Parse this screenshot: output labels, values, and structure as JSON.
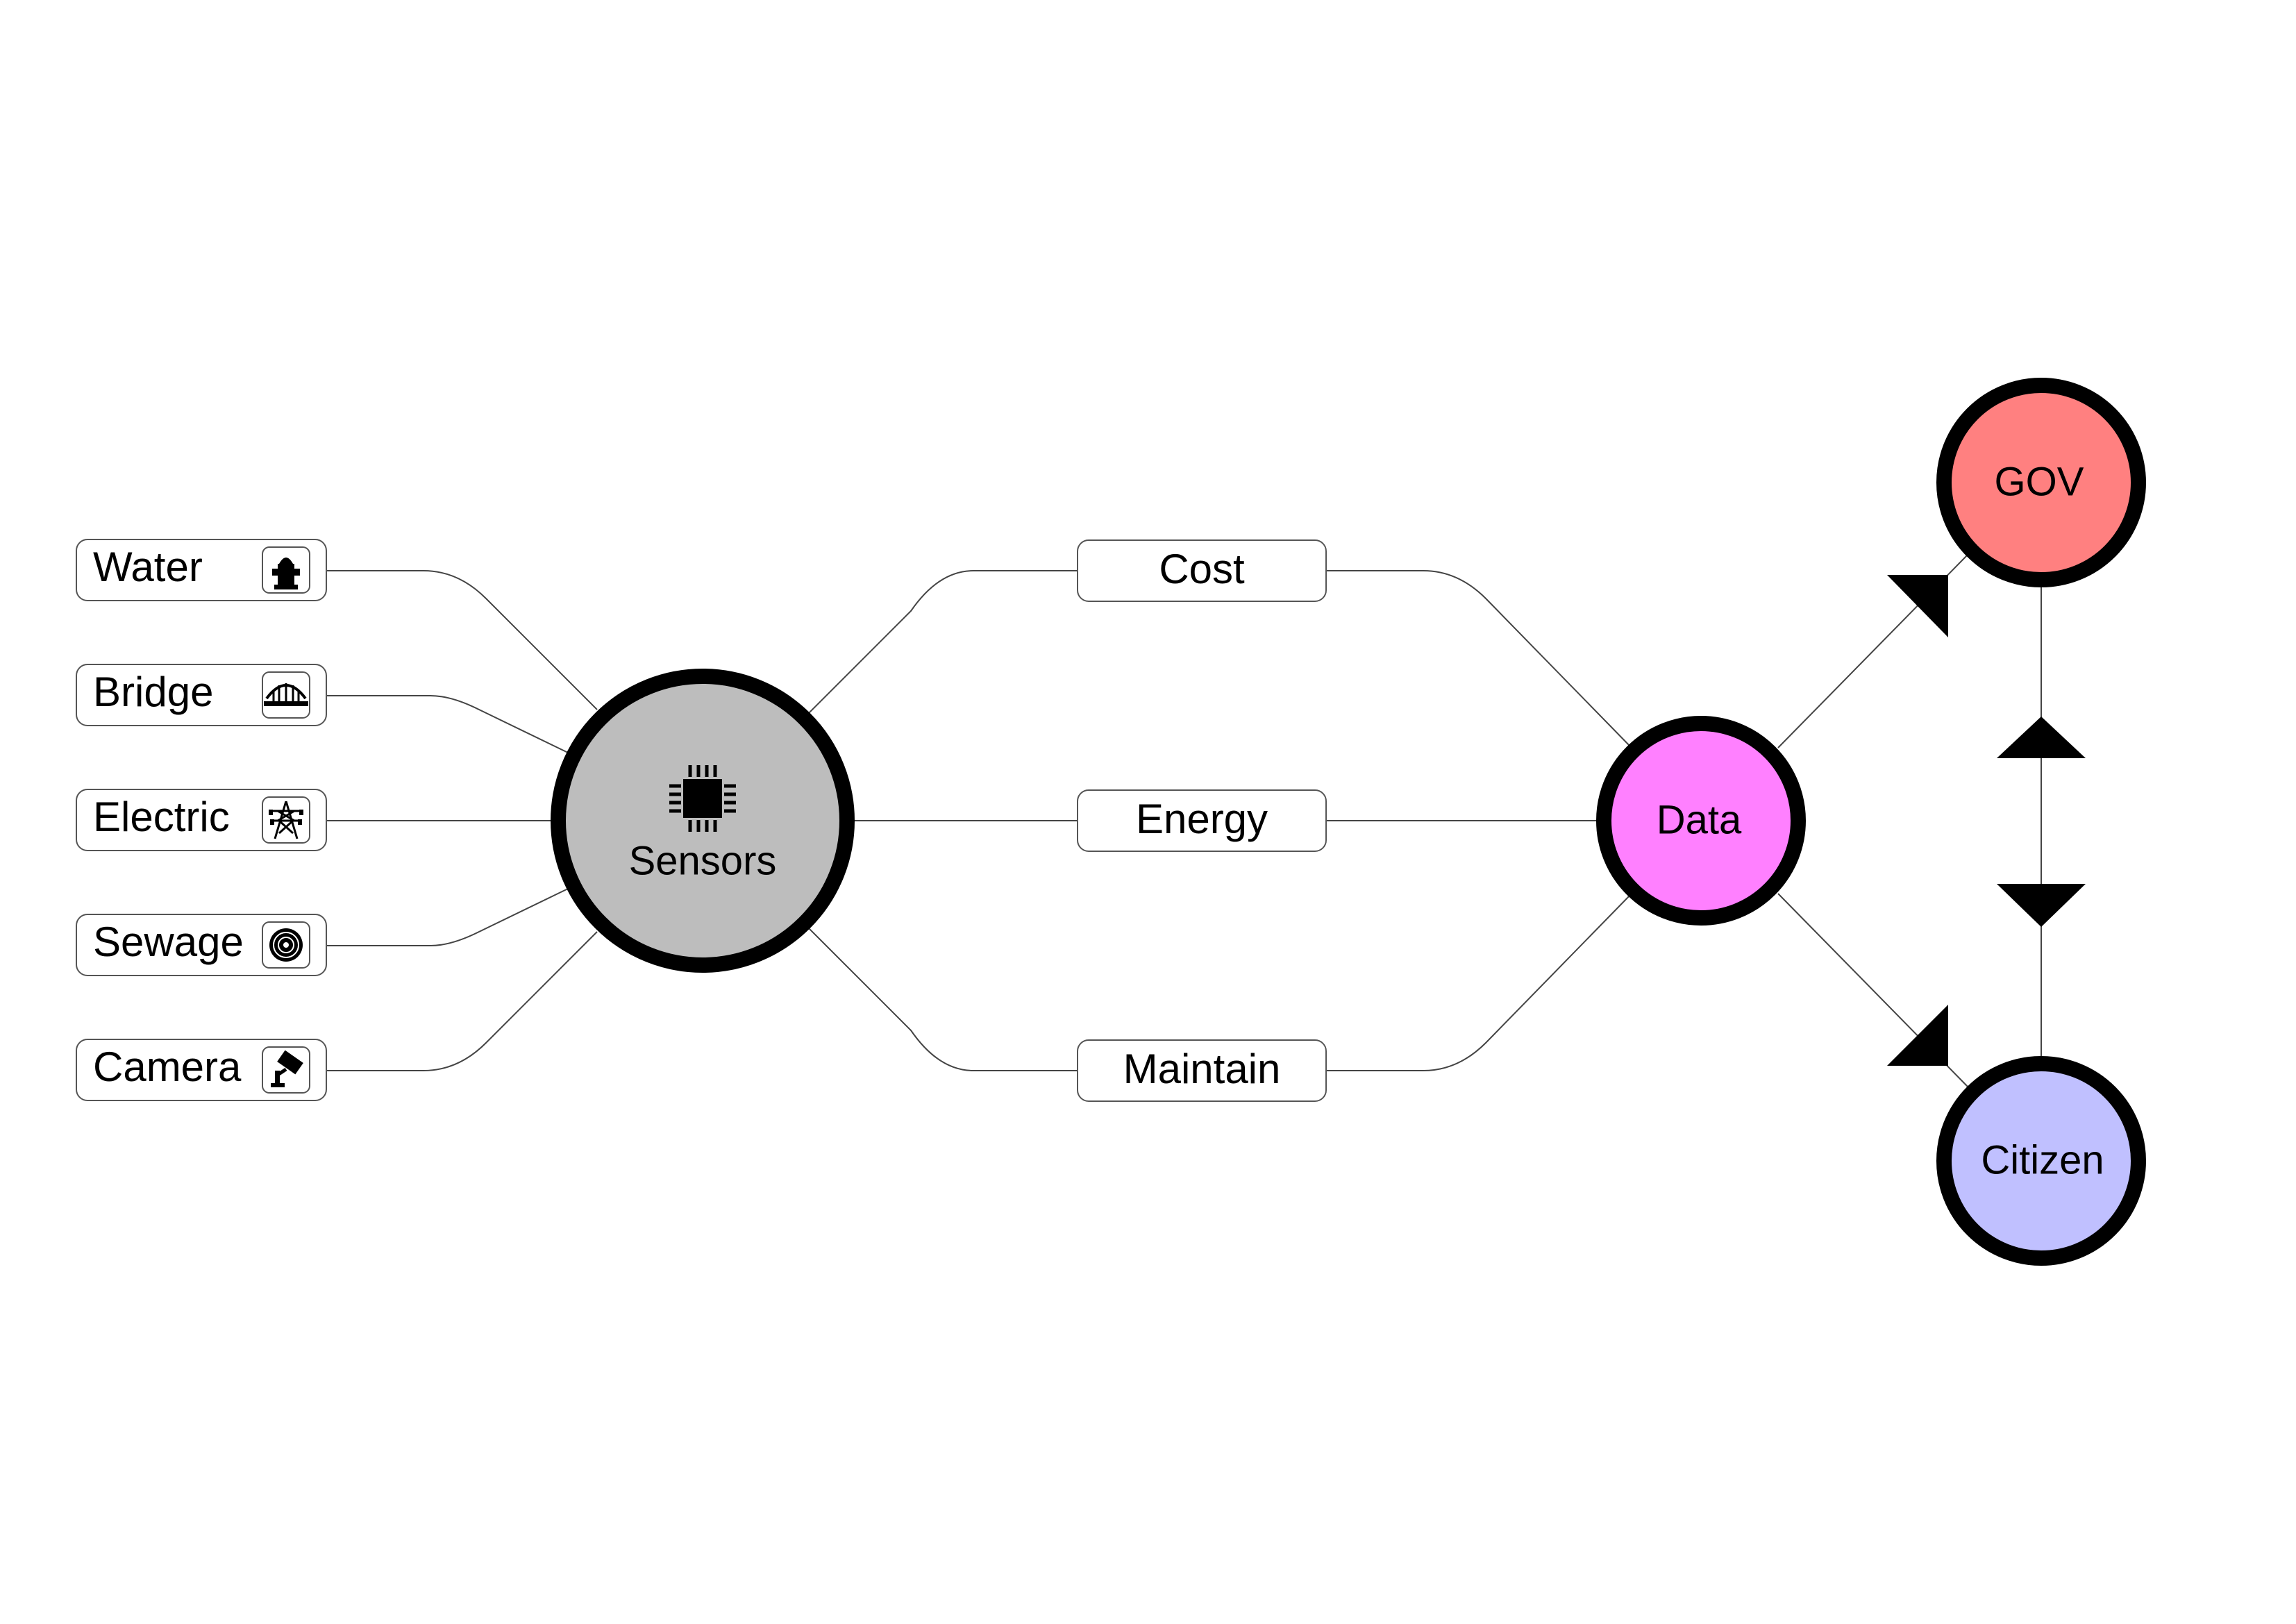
{
  "sources": [
    {
      "id": "water",
      "label": "Water",
      "icon": "fire-hydrant-icon"
    },
    {
      "id": "bridge",
      "label": "Bridge",
      "icon": "bridge-icon"
    },
    {
      "id": "electric",
      "label": "Electric",
      "icon": "power-tower-icon"
    },
    {
      "id": "sewage",
      "label": "Sewage",
      "icon": "manhole-icon"
    },
    {
      "id": "camera",
      "label": "Camera",
      "icon": "security-camera-icon"
    }
  ],
  "hub": {
    "label": "Sensors",
    "icon": "chip-icon",
    "color": "#bdbdbd"
  },
  "factors": [
    {
      "id": "cost",
      "label": "Cost"
    },
    {
      "id": "energy",
      "label": "Energy"
    },
    {
      "id": "maintain",
      "label": "Maintain"
    }
  ],
  "data_node": {
    "label": "Data",
    "color": "#ff80ff"
  },
  "gov_node": {
    "label": "GOV",
    "color": "#ff8080"
  },
  "citizen_node": {
    "label": "Citizen",
    "color": "#c0c0ff"
  }
}
